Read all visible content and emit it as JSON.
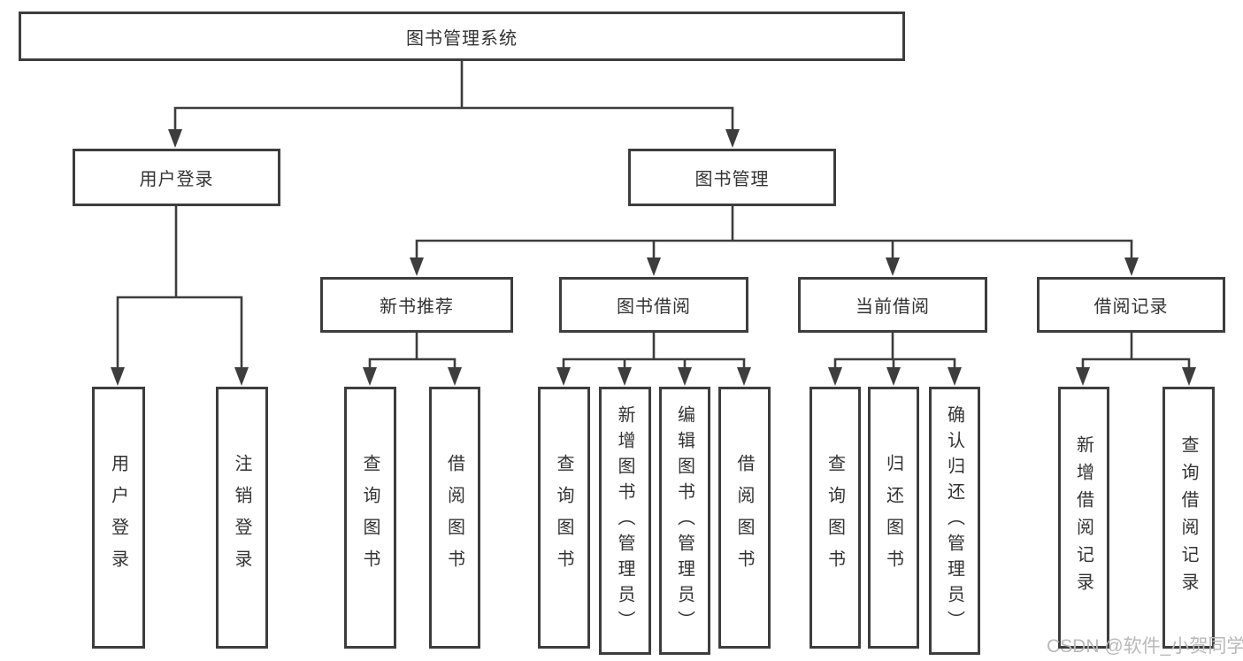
{
  "diagram": {
    "root": {
      "label": "图书管理系统"
    },
    "user_login": {
      "label": "用户登录",
      "children": [
        {
          "label": "用户登录"
        },
        {
          "label": "注销登录"
        }
      ]
    },
    "book_management": {
      "label": "图书管理",
      "groups": [
        {
          "label": "新书推荐",
          "children": [
            {
              "label": "查询图书"
            },
            {
              "label": "借阅图书"
            }
          ]
        },
        {
          "label": "图书借阅",
          "children": [
            {
              "label": "查询图书"
            },
            {
              "label": "新增图书（管理员）"
            },
            {
              "label": "编辑图书（管理员）"
            },
            {
              "label": "借阅图书"
            }
          ]
        },
        {
          "label": "当前借阅",
          "children": [
            {
              "label": "查询图书"
            },
            {
              "label": "归还图书"
            },
            {
              "label": "确认归还（管理员）"
            }
          ]
        },
        {
          "label": "借阅记录",
          "children": [
            {
              "label": "新增借阅记录"
            },
            {
              "label": "查询借阅记录"
            }
          ]
        }
      ]
    },
    "line_color": "#3d3d3d",
    "text_color": "#333333"
  },
  "watermark": {
    "text": "CSDN @软件_小贺同学",
    "color": "#b9b9b9"
  }
}
